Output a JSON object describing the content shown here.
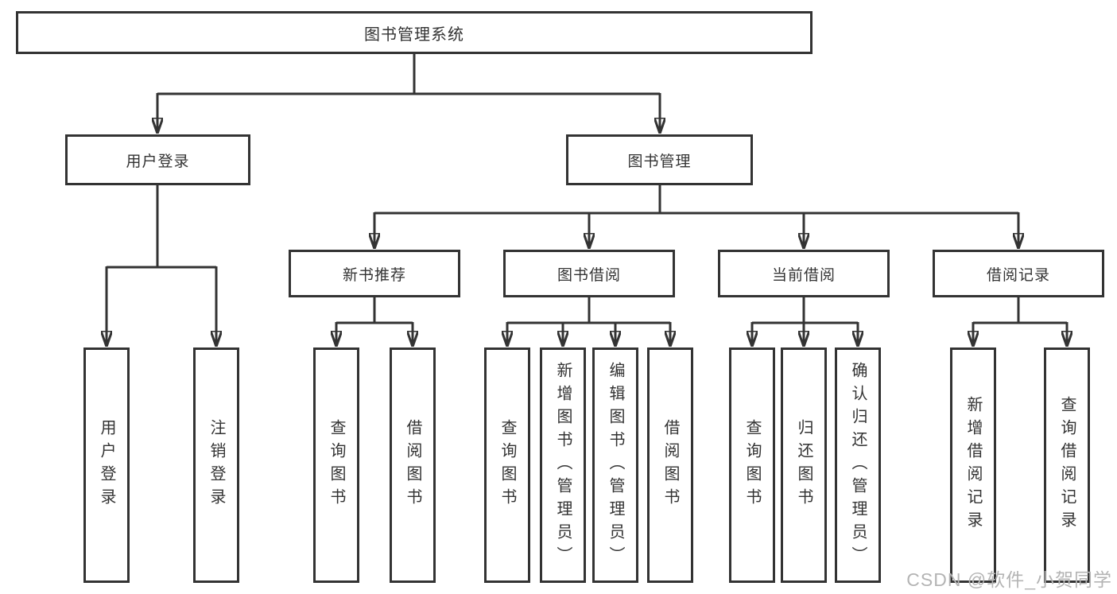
{
  "diagram": {
    "title": "图书管理系统",
    "type": "hierarchy-tree",
    "nodes": {
      "system": {
        "label": "图书管理系统",
        "level": 1
      },
      "user_login": {
        "label": "用户登录",
        "level": 2,
        "parent": "system"
      },
      "book_mgmt": {
        "label": "图书管理",
        "level": 2,
        "parent": "system"
      },
      "new_books": {
        "label": "新书推荐",
        "level": 3,
        "parent": "book_mgmt"
      },
      "book_borrow": {
        "label": "图书借阅",
        "level": 3,
        "parent": "book_mgmt"
      },
      "current_borrow": {
        "label": "当前借阅",
        "level": 3,
        "parent": "book_mgmt"
      },
      "borrow_records": {
        "label": "借阅记录",
        "level": 3,
        "parent": "book_mgmt"
      },
      "leaf_user_login": {
        "label": "用户登录",
        "level": 4,
        "parent": "user_login"
      },
      "leaf_logout": {
        "label": "注销登录",
        "level": 4,
        "parent": "user_login"
      },
      "leaf_nb_query": {
        "label": "查询图书",
        "level": 4,
        "parent": "new_books"
      },
      "leaf_nb_borrow": {
        "label": "借阅图书",
        "level": 4,
        "parent": "new_books"
      },
      "leaf_bb_query": {
        "label": "查询图书",
        "level": 4,
        "parent": "book_borrow"
      },
      "leaf_bb_add": {
        "label": "新增图书（管理员）",
        "level": 4,
        "parent": "book_borrow"
      },
      "leaf_bb_edit": {
        "label": "编辑图书（管理员）",
        "level": 4,
        "parent": "book_borrow"
      },
      "leaf_bb_borrow": {
        "label": "借阅图书",
        "level": 4,
        "parent": "book_borrow"
      },
      "leaf_cb_query": {
        "label": "查询图书",
        "level": 4,
        "parent": "current_borrow"
      },
      "leaf_cb_return": {
        "label": "归还图书",
        "level": 4,
        "parent": "current_borrow"
      },
      "leaf_cb_confirm": {
        "label": "确认归还（管理员）",
        "level": 4,
        "parent": "current_borrow"
      },
      "leaf_br_add": {
        "label": "新增借阅记录",
        "level": 4,
        "parent": "borrow_records"
      },
      "leaf_br_query": {
        "label": "查询借阅记录",
        "level": 4,
        "parent": "borrow_records"
      }
    }
  },
  "watermark": {
    "text": "CSDN @软件_小贺同学"
  },
  "colors": {
    "line": "#333333",
    "box_border": "#333333",
    "box_background": "#ffffff",
    "text": "#333333",
    "watermark": "#b4b4b4",
    "page_background": "#ffffff"
  }
}
